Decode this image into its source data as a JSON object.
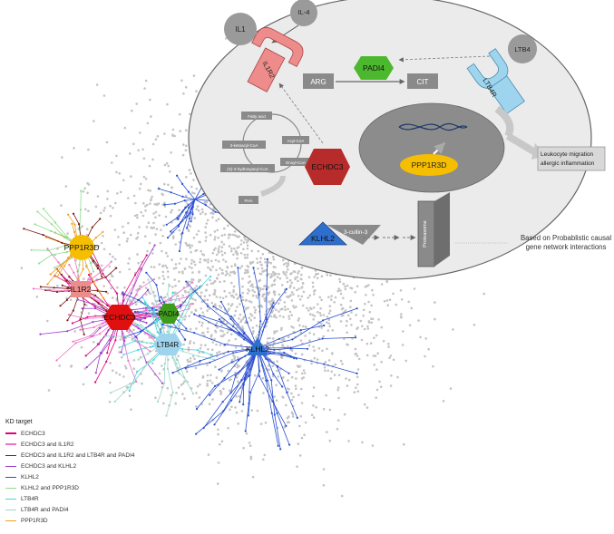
{
  "pathway": {
    "ligands": {
      "il1": "IL1",
      "il4": "IL-4",
      "ltb4": "LTB4"
    },
    "receptors": {
      "il1r2": "IL1R2",
      "ltb4r": "LTB4R"
    },
    "padi4": "PADI4",
    "arg": "ARG",
    "cit": "CIT",
    "echdc3": "ECHDC3",
    "ppp1r3d": "PPP1R3D",
    "klhl2": "KLHL2",
    "cullin": "3-cullin-3",
    "proteasome": "Proteasome",
    "fatty_acid_cycle": [
      "Fatty acid",
      "Acyl-CoA",
      "Enoyl-CoA",
      "(S)-3-hydroxyacyl-CoA",
      "3-ketoacyl-CoA",
      "FHA"
    ],
    "outcome_lines": [
      "Leukocyte migration",
      "allergic inflammation"
    ],
    "note_lines": [
      "Based on Probablistic causal",
      "gene network interactions"
    ]
  },
  "network_nodes": {
    "ppp1r3d": "PPP1R3D",
    "il1r2": "IL1R2",
    "echdc3": "ECHDC3",
    "padi4": "PADI4",
    "ltb4r": "LTB4R",
    "klhl2": "KLHL2"
  },
  "legend": {
    "title": "KD target",
    "items": [
      {
        "label": "ECHDC3",
        "color": "#e0007a"
      },
      {
        "label": "ECHDC3 and IL1R2",
        "color": "#f070c8"
      },
      {
        "label": "ECHDC3 and IL1R2 and LTB4R and PADI4",
        "color": "#7a1a1a"
      },
      {
        "label": "ECHDC3 and KLHL2",
        "color": "#9b3fd0"
      },
      {
        "label": "KLHL2",
        "color": "#2a4fd0"
      },
      {
        "label": "KLHL2 and PPP1R3D",
        "color": "#8fdc8f"
      },
      {
        "label": "LTB4R",
        "color": "#40d8e0"
      },
      {
        "label": "LTB4R and PADI4",
        "color": "#9fd8c8"
      },
      {
        "label": "PPP1R3D",
        "color": "#f0a020"
      }
    ]
  },
  "colors": {
    "background_dots": "#c4c4c4",
    "cell": "#ebebeb",
    "nucleus": "#8c8c8c",
    "padi4": "#4cb82e",
    "echdc3": "#b82b2b",
    "ppp1r3d": "#f5be00",
    "klhl2": "#2e6fce",
    "il1r2": "#ee8c8c",
    "ltb4r": "#9fd4ee"
  }
}
